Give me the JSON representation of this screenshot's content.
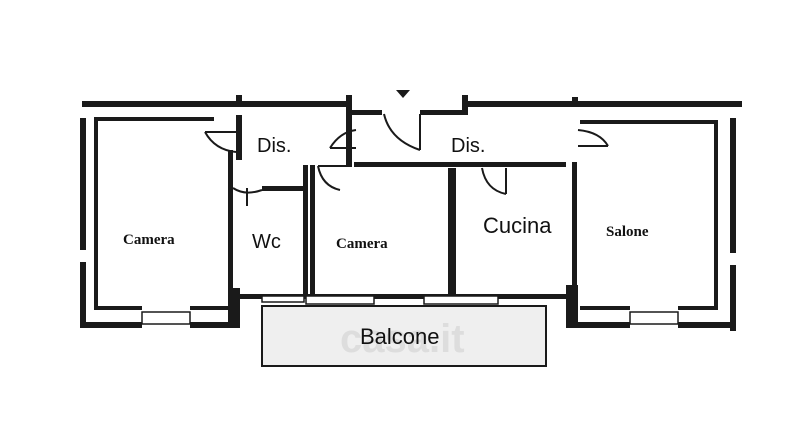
{
  "rooms": {
    "camera_left": "Camera",
    "dis_left": "Dis.",
    "wc": "Wc",
    "camera_center": "Camera",
    "dis_right": "Dis.",
    "cucina": "Cucina",
    "salone": "Salone",
    "balcone": "Balcone"
  },
  "watermark": "casa.it"
}
